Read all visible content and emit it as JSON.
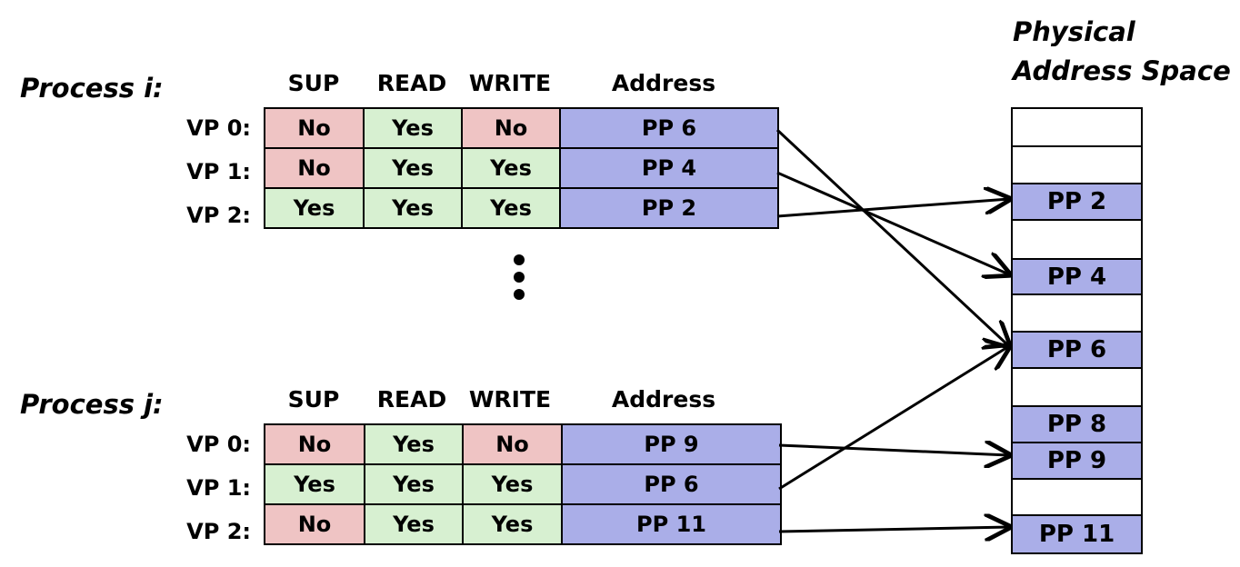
{
  "physical": {
    "title_line1": "Physical",
    "title_line2": "Address Space",
    "slots": [
      "",
      "",
      "PP 2",
      "",
      "PP 4",
      "",
      "PP 6",
      "",
      "PP 8",
      "PP 9",
      "",
      "PP 11"
    ]
  },
  "columns": [
    "SUP",
    "READ",
    "WRITE",
    "Address"
  ],
  "processes": [
    {
      "label": "Process i:",
      "rows": [
        {
          "vp": "VP 0:",
          "sup": "No",
          "read": "Yes",
          "write": "No",
          "addr": "PP 6"
        },
        {
          "vp": "VP 1:",
          "sup": "No",
          "read": "Yes",
          "write": "Yes",
          "addr": "PP 4"
        },
        {
          "vp": "VP 2:",
          "sup": "Yes",
          "read": "Yes",
          "write": "Yes",
          "addr": "PP 2"
        }
      ]
    },
    {
      "label": "Process j:",
      "rows": [
        {
          "vp": "VP 0:",
          "sup": "No",
          "read": "Yes",
          "write": "No",
          "addr": "PP 9"
        },
        {
          "vp": "VP 1:",
          "sup": "Yes",
          "read": "Yes",
          "write": "Yes",
          "addr": "PP 6"
        },
        {
          "vp": "VP 2:",
          "sup": "No",
          "read": "Yes",
          "write": "Yes",
          "addr": "PP 11"
        }
      ]
    }
  ],
  "colors": {
    "no": "#efc4c4",
    "yes": "#d7f0d1",
    "address": "#aaaee8"
  }
}
